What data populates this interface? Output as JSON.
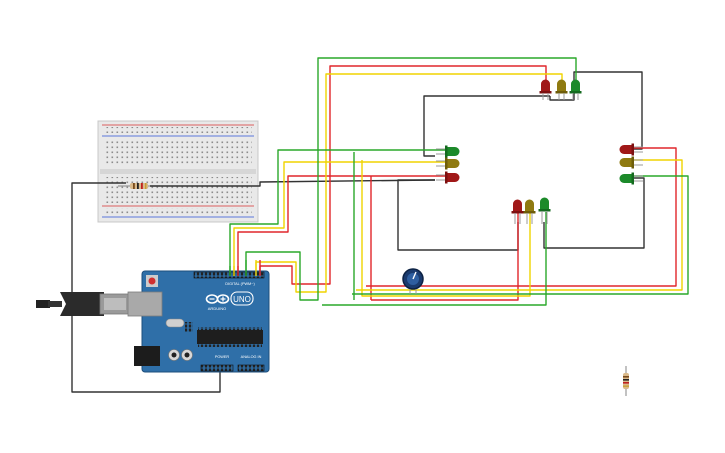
{
  "board": {
    "logo_text": "UNO",
    "brand_text": "ARDUINO",
    "digital_label": "DIGITAL (PWM~)",
    "power_label": "POWER",
    "analog_label": "ANALOG IN"
  },
  "colors": {
    "wire_red": "#e0262b",
    "wire_yellow": "#f0d400",
    "wire_green": "#2aa82a",
    "wire_black": "#333333",
    "board_blue": "#2f6fa8",
    "led_red": "#a01818",
    "led_yellow": "#8f7a10",
    "led_green": "#1c8a2a"
  },
  "components": [
    "arduino-uno",
    "breadboard",
    "resistor",
    "potentiometer",
    "usb-cable",
    "traffic-light-north",
    "traffic-light-west",
    "traffic-light-east",
    "traffic-light-south",
    "loose-resistor"
  ]
}
